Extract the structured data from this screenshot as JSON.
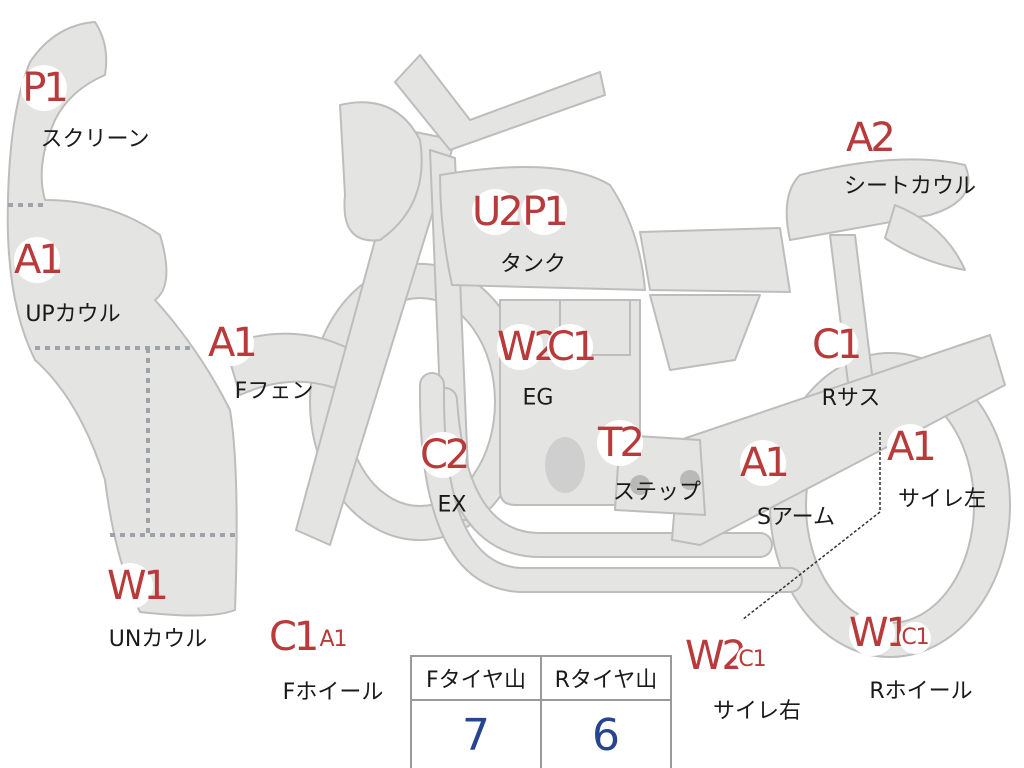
{
  "parts": {
    "screen": {
      "label": "スクリーン",
      "codes": [
        "P1"
      ]
    },
    "up_cowl": {
      "label": "UPカウル",
      "codes": [
        "A1"
      ]
    },
    "f_fender": {
      "label": "Fフェン",
      "codes": [
        "A1"
      ]
    },
    "un_cowl": {
      "label": "UNカウル",
      "codes": [
        "W1"
      ]
    },
    "f_wheel": {
      "label": "Fホイール",
      "codes": [
        "C1",
        "A1"
      ]
    },
    "tank": {
      "label": "タンク",
      "codes": [
        "U2",
        "P1"
      ]
    },
    "engine": {
      "label": "EG",
      "codes": [
        "W2",
        "C1"
      ]
    },
    "exhaust": {
      "label": "EX",
      "codes": [
        "C2"
      ]
    },
    "step": {
      "label": "ステップ",
      "codes": [
        "T2"
      ]
    },
    "s_arm": {
      "label": "Sアーム",
      "codes": [
        "A1"
      ]
    },
    "seat_cowl": {
      "label": "シートカウル",
      "codes": [
        "A2"
      ]
    },
    "r_sus": {
      "label": "Rサス",
      "codes": [
        "C1"
      ]
    },
    "muffler_left": {
      "label": "サイレ左",
      "codes": [
        "A1"
      ]
    },
    "muffler_right": {
      "label": "サイレ右",
      "codes": [
        "W2",
        "C1"
      ]
    },
    "r_wheel": {
      "label": "Rホイール",
      "codes": [
        "W1",
        "C1"
      ]
    }
  },
  "tire_table": {
    "front_header": "Fタイヤ山",
    "rear_header": "Rタイヤ山",
    "front_value": "7",
    "rear_value": "6"
  },
  "colors": {
    "part_fill": "#e4e4e3",
    "part_stroke": "#b9b9b9",
    "code_red": "#b83a3a",
    "value_blue": "#27448f",
    "divider_dots": "#9da2ab"
  }
}
